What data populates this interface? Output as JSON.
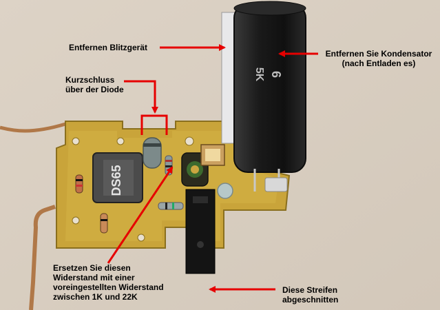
{
  "annotations": {
    "flash_unit": "Entfernen Blitzgerät",
    "capacitor_line1": "Entfernen Sie Kondensator",
    "capacitor_line2": "(nach Entladen es)",
    "diode_line1": "Kurzschluss",
    "diode_line2": "über der Diode",
    "resistor_line1": "Ersetzen Sie diesen",
    "resistor_line2": "Widerstand mit einer",
    "resistor_line3": "voreingestellten Widerstand",
    "resistor_line4": "zwischen 1K und 22K",
    "strips_line1": "Diese Streifen",
    "strips_line2": "abgeschnitten"
  },
  "markings": {
    "inductor": "DS65",
    "capacitor_a": "6",
    "capacitor_b": "5K"
  },
  "colors": {
    "arrow": "#e60000",
    "board": "#c9a43a",
    "capacitor": "#1c1c1c",
    "background": "#d9cfc2"
  }
}
